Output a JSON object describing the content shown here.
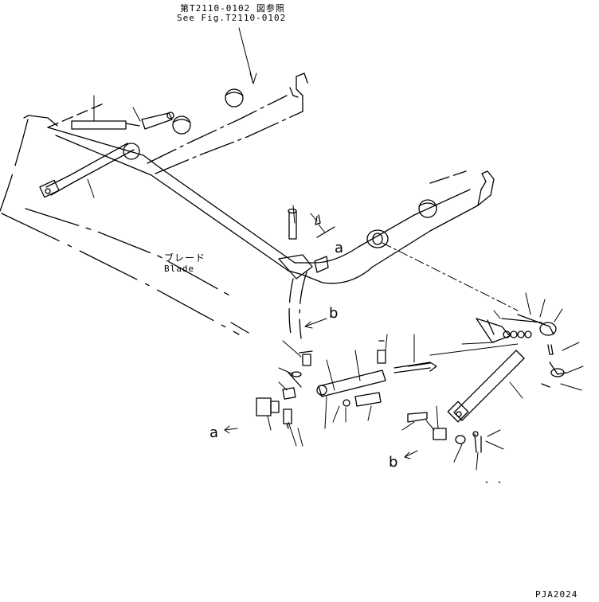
{
  "reference": {
    "line1": "第T2110-0102 図参照",
    "line2": "See Fig.T2110-0102"
  },
  "blade_label": {
    "ja": "ブレード",
    "en": "Blade"
  },
  "view_markers": {
    "a_upper": "a",
    "b_upper": "b",
    "a_lower": "a",
    "b_lower": "b"
  },
  "drawing_code": "PJA2024",
  "colors": {
    "line": "#000000",
    "background": "#ffffff"
  }
}
